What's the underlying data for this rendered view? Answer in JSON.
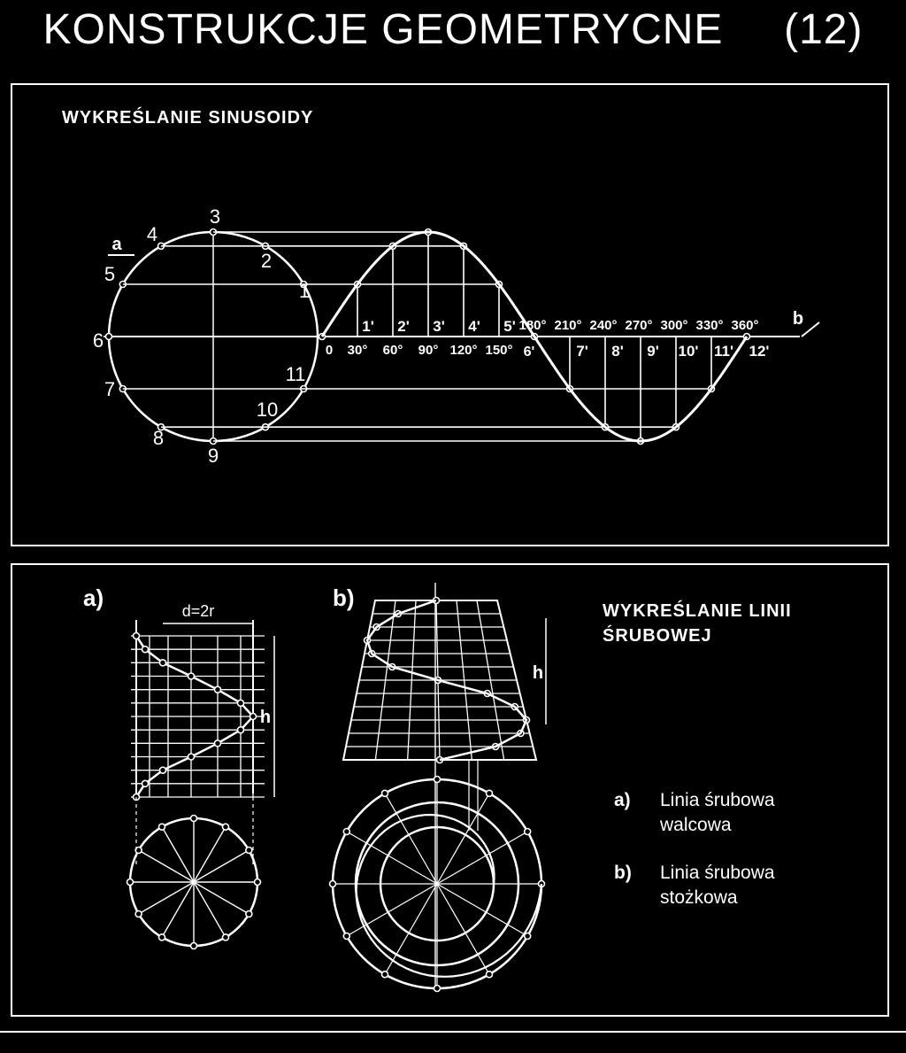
{
  "title": "KONSTRUKCJE GEOMETRYCNE",
  "sheet_number": "(12)",
  "top_panel": {
    "heading": "WYKREŚLANIE SINUSOIDY",
    "circle_points": [
      "1",
      "2",
      "3",
      "4",
      "5",
      "6",
      "7",
      "8",
      "9",
      "10",
      "11"
    ],
    "axis_start_label": "0",
    "line_labels": [
      "a",
      "b"
    ],
    "degree_labels": [
      "30°",
      "60°",
      "90°",
      "120°",
      "150°",
      "180°",
      "210°",
      "240°",
      "270°",
      "300°",
      "330°",
      "360°"
    ],
    "primed_points": [
      "1'",
      "2'",
      "3'",
      "4'",
      "5'",
      "6'",
      "7'",
      "8'",
      "9'",
      "10'",
      "11'",
      "12'"
    ]
  },
  "bottom_panel": {
    "heading_line1": "WYKREŚLANIE LINII",
    "heading_line2": "ŚRUBOWEJ",
    "part_a_label": "a)",
    "part_b_label": "b)",
    "diameter_label": "d=2r",
    "height_label": "h",
    "legend_a_key": "a)",
    "legend_a_line1": "Linia śrubowa",
    "legend_a_line2": "walcowa",
    "legend_b_key": "b)",
    "legend_b_line1": "Linia śrubowa",
    "legend_b_line2": "stożkowa"
  },
  "colors": {
    "background": "#000000",
    "ink": "#ffffff"
  }
}
